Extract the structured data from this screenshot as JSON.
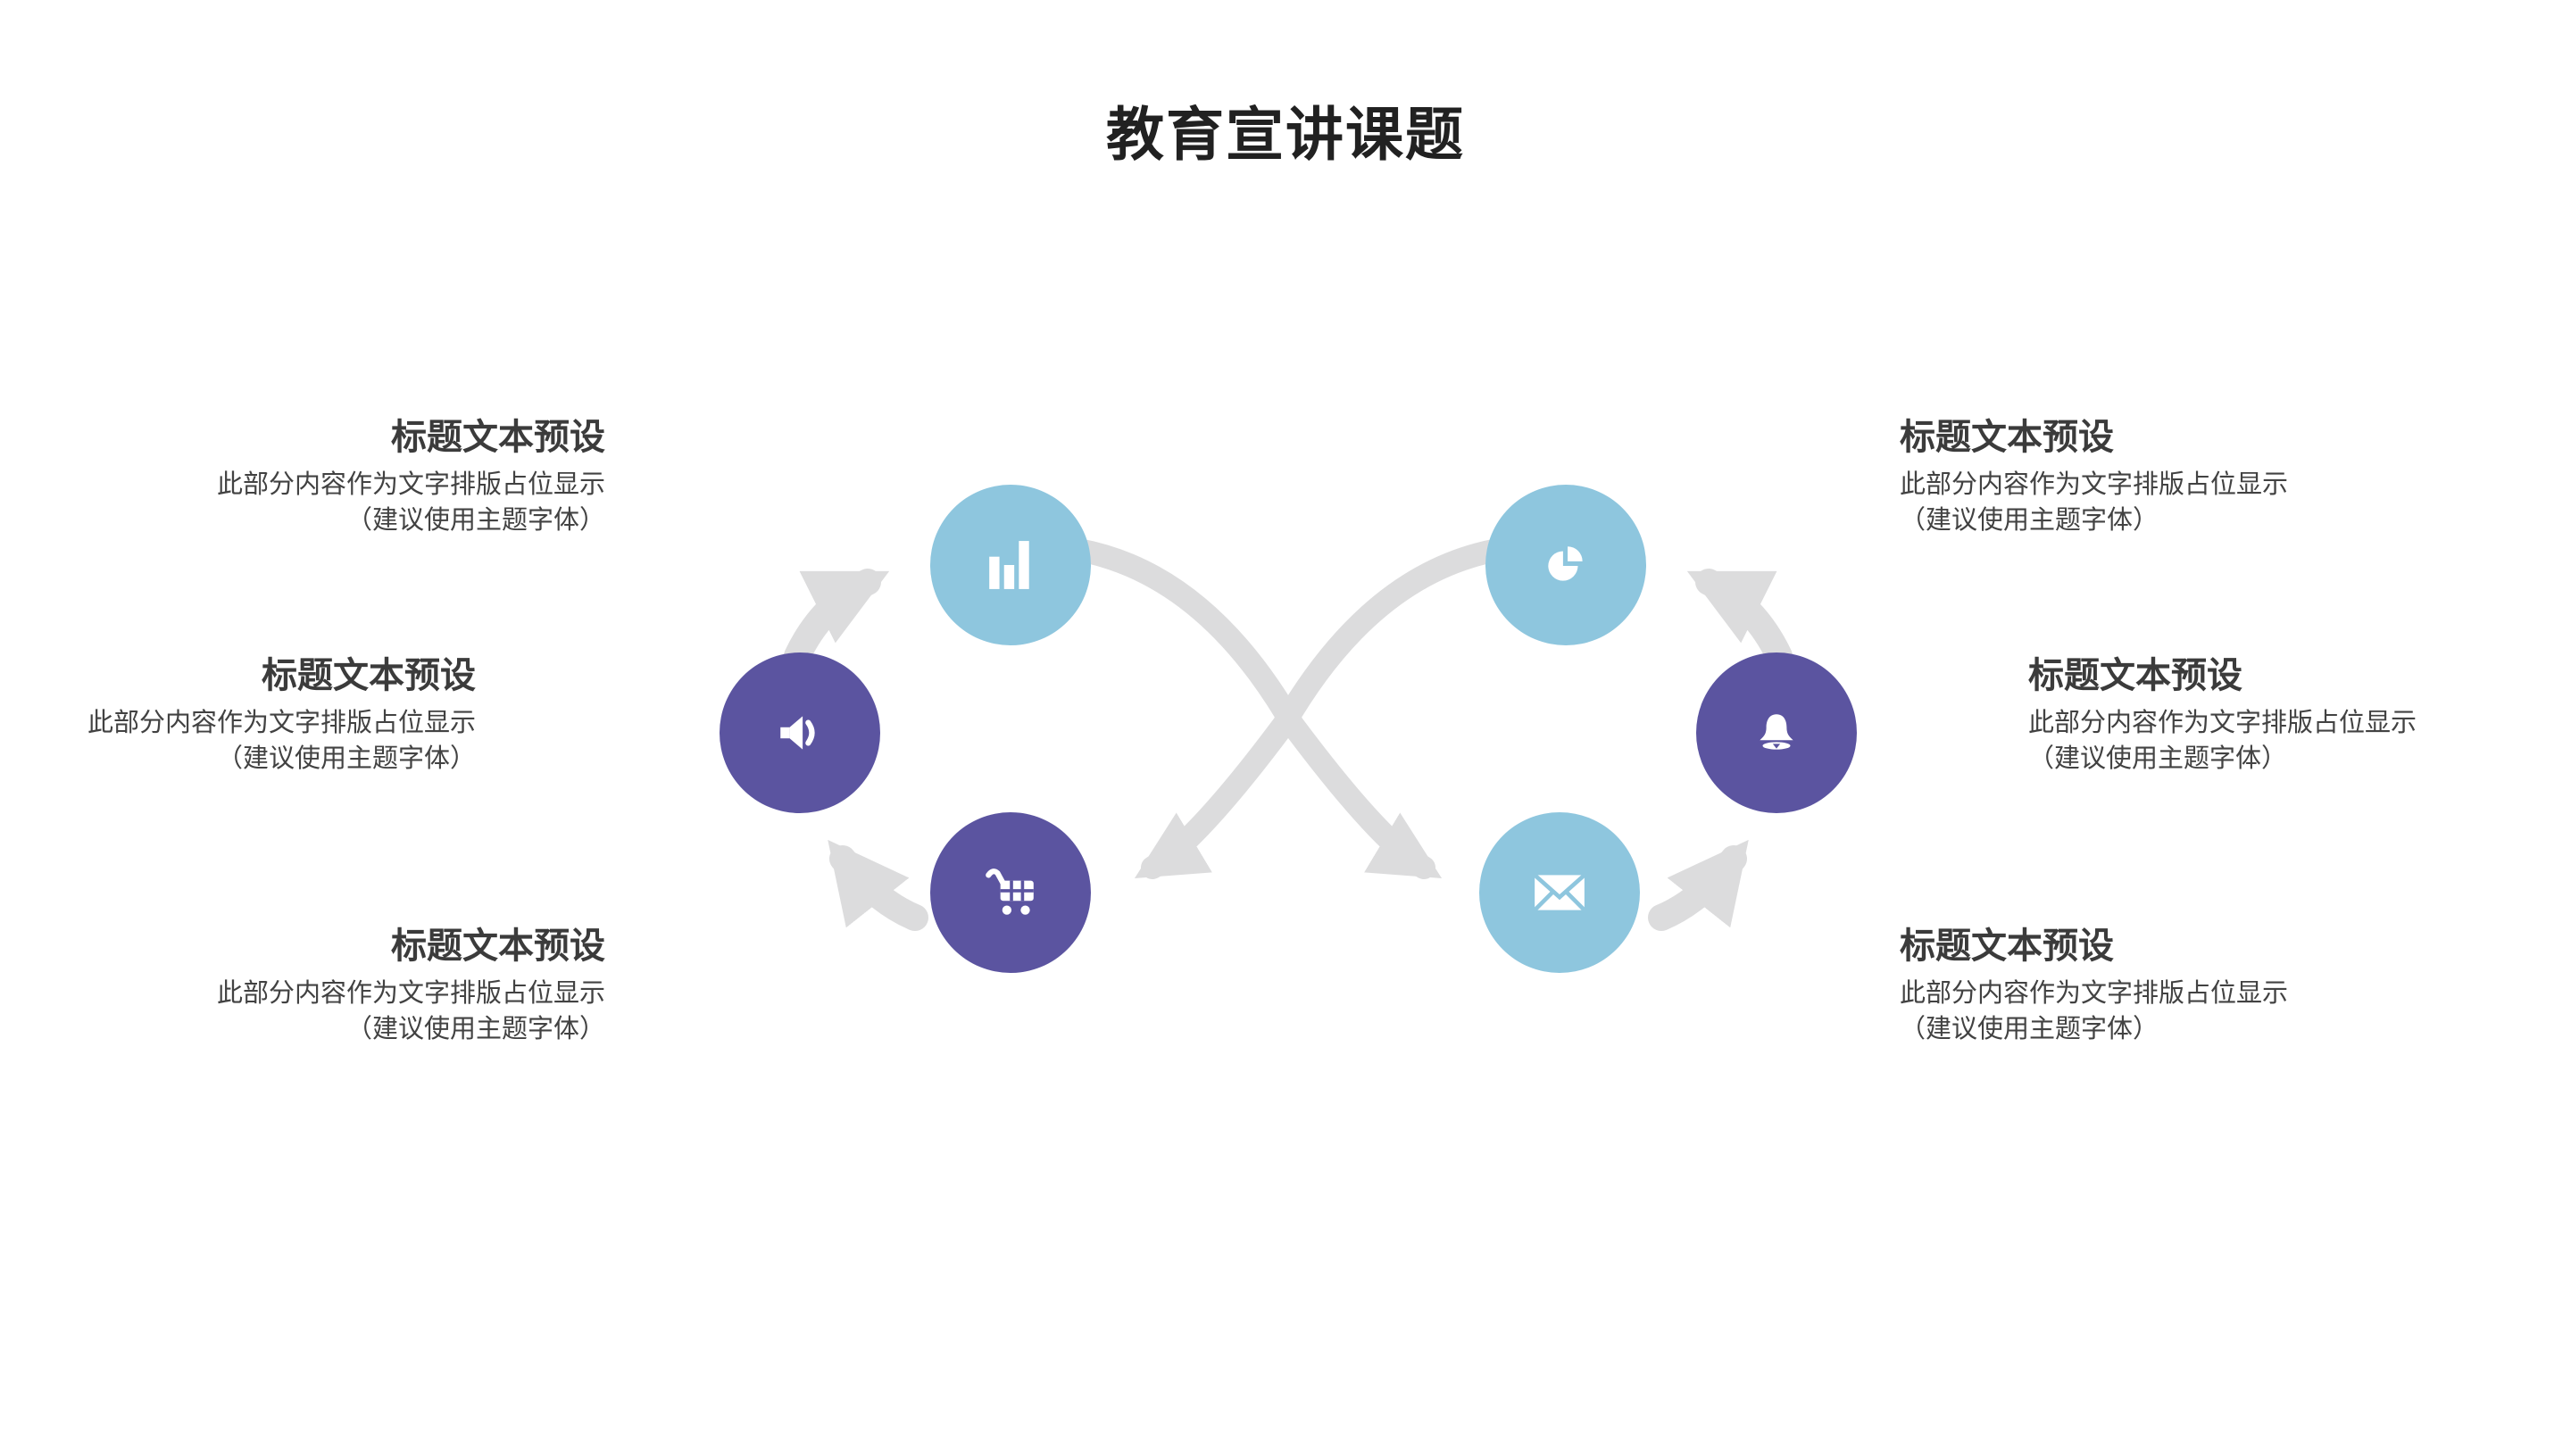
{
  "slide": {
    "title": "教育宣讲课题"
  },
  "colors": {
    "accent-blue": "#8EC6DE",
    "accent-purple": "#5B54A0",
    "arrow-gray": "#DCDCDD",
    "title-color": "#212121",
    "heading-color": "#3B3B3B",
    "body-color": "#424242",
    "icon-white": "#FFFFFF",
    "background": "#FFFFFF"
  },
  "sections": [
    {
      "id": "top-left",
      "title": "标题文本预设",
      "body1": "此部分内容作为文字排版占位显示",
      "body2": "（建议使用主题字体）"
    },
    {
      "id": "middle-left",
      "title": "标题文本预设",
      "body1": "此部分内容作为文字排版占位显示",
      "body2": "（建议使用主题字体）"
    },
    {
      "id": "bottom-left",
      "title": "标题文本预设",
      "body1": "此部分内容作为文字排版占位显示",
      "body2": "（建议使用主题字体）"
    },
    {
      "id": "top-right",
      "title": "标题文本预设",
      "body1": "此部分内容作为文字排版占位显示",
      "body2": "（建议使用主题字体）"
    },
    {
      "id": "middle-right",
      "title": "标题文本预设",
      "body1": "此部分内容作为文字排版占位显示",
      "body2": "（建议使用主题字体）"
    },
    {
      "id": "bottom-right",
      "title": "标题文本预设",
      "body1": "此部分内容作为文字排版占位显示",
      "body2": "（建议使用主题字体）"
    }
  ],
  "diagram": {
    "nodes": [
      {
        "id": "bar-chart",
        "icon": "bar-chart-icon",
        "color": "blue"
      },
      {
        "id": "speaker",
        "icon": "speaker-icon",
        "color": "purple"
      },
      {
        "id": "cart",
        "icon": "shopping-cart-icon",
        "color": "purple"
      },
      {
        "id": "pie-chart",
        "icon": "pie-chart-icon",
        "color": "blue"
      },
      {
        "id": "bell",
        "icon": "bell-icon",
        "color": "purple"
      },
      {
        "id": "envelope",
        "icon": "envelope-icon",
        "color": "blue"
      }
    ],
    "arrows": [
      "speaker-to-bar-chart",
      "cart-to-speaker",
      "bar-chart-to-envelope",
      "pie-chart-to-cart",
      "envelope-to-bell",
      "bell-to-pie-chart"
    ]
  }
}
